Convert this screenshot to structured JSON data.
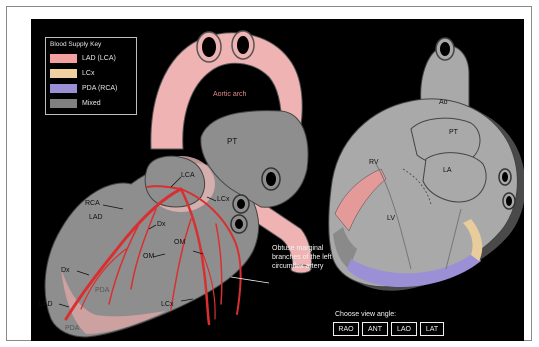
{
  "legend": {
    "title": "Blood Supply Key",
    "items": [
      {
        "label": "LAD (LCA)",
        "color": "#f2a0a0"
      },
      {
        "label": "LCx",
        "color": "#f0d0a0"
      },
      {
        "label": "PDA (RCA)",
        "color": "#9b8fd6"
      },
      {
        "label": "Mixed",
        "color": "#808080"
      }
    ]
  },
  "left_heart": {
    "aortic_arch": "Aortic arch",
    "pt": "PT",
    "lca": "LCA",
    "rca": "RCA",
    "lcx_top": "LCx",
    "lad_top": "LAD",
    "dx_upper": "Dx",
    "om_upper": "OM",
    "om_mid": "OM",
    "dx_lower": "Dx",
    "pda_mid": "PDA",
    "lcx_bottom": "LCx",
    "lad_bottom": "LAD",
    "pda_bottom": "PDA"
  },
  "annotation": "Obtuse marginal branches of the left circumflex artery",
  "right_heart": {
    "ao": "Ao",
    "pt": "PT",
    "rv": "RV",
    "la": "LA",
    "lv": "LV"
  },
  "view_selector": {
    "title": "Choose view angle:",
    "buttons": [
      "RAO",
      "ANT",
      "LAO",
      "LAT"
    ],
    "selected": "LAT"
  }
}
